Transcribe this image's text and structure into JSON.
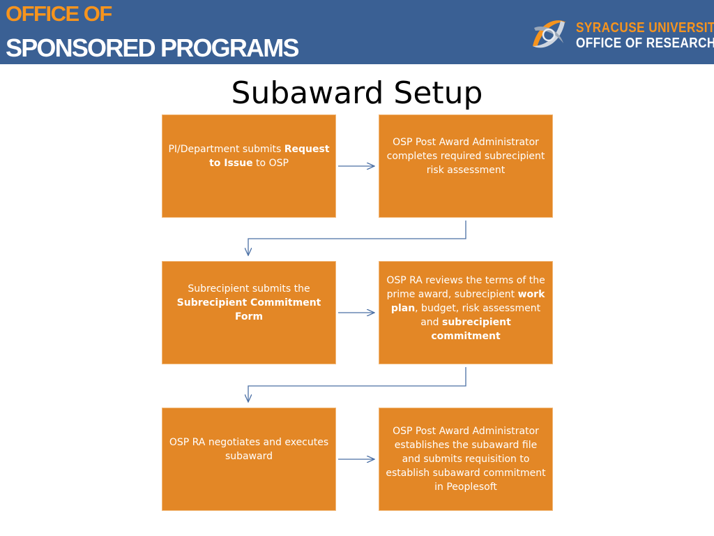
{
  "header": {
    "brand_line1": "OFFICE OF",
    "brand_line2": "SPONSORED PROGRAMS",
    "logo_line1": "SYRACUSE UNIVERSITY",
    "logo_line2": "OFFICE OF RESEARCH",
    "colors": {
      "bar": "#3a6094",
      "accent": "#f7941d",
      "text": "#ffffff"
    }
  },
  "title": "Subaward Setup",
  "colors": {
    "box_fill": "#e38726",
    "connector": "#4a6fa5"
  },
  "steps": [
    {
      "a": "PI/Department submits ",
      "b": "Request to Issue",
      "c": " to OSP"
    },
    {
      "a": "OSP Post Award Administrator completes required subrecipient risk assessment"
    },
    {
      "a": "Subrecipient submits the ",
      "b": "Subrecipient Commitment Form"
    },
    {
      "a": "OSP RA reviews the terms of the prime award,  subrecipient ",
      "b": "work plan",
      "c": ", budget, risk assessment and ",
      "d": "subrecipient commitment"
    },
    {
      "a": "OSP RA negotiates and executes subaward"
    },
    {
      "a": "OSP Post Award Administrator establishes the subaward file and submits requisition to establish subaward commitment in Peoplesoft"
    }
  ]
}
